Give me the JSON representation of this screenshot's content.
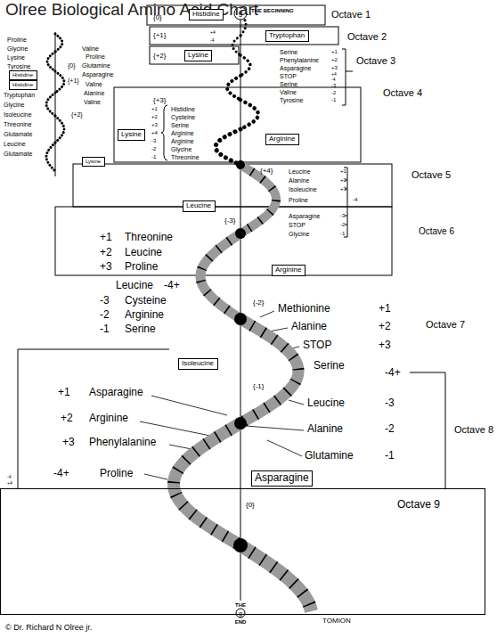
{
  "diagram": {
    "title": "Olree Biological Amino Acid Chart",
    "nodes": [
      {
        "text": [
          "Histidine"
        ]
      },
      {
        "text": [
          "Histidine"
        ]
      },
      {
        "text": [
          "Lysine"
        ]
      },
      {
        "text": [
          "Histidine"
        ]
      },
      {
        "text": [
          "Tryptophan"
        ]
      },
      {
        "text": [
          "Lysine"
        ]
      },
      {
        "text": [
          "Arginine"
        ]
      },
      {
        "text": [
          "Lysine"
        ]
      },
      {
        "text": [
          "Leucine"
        ]
      },
      {
        "text": [
          "Arginine"
        ]
      },
      {
        "text": [
          "Isoleucine"
        ]
      },
      {
        "text": [
          "Asparagine"
        ]
      },
      {
        "text": [
          "{0}",
          "Octave 9"
        ]
      }
    ],
    "labels": [
      "Proline",
      "Glycine",
      "Lysine",
      "Tyrosine",
      "Valine",
      "Proline",
      "{0}",
      "Glutamine",
      "{+1}",
      "Asparagine",
      "Valine",
      "Alanine",
      "Valine",
      "{+2}",
      "Tryptophan",
      "Glycine",
      "Isoleucine",
      "Threonine",
      "Glutamate",
      "Leucine",
      "Glutamate",
      "THE BEGINNING",
      "g",
      "Octave 1",
      "{0}",
      "{+1}",
      "+4",
      "-4",
      "Octave 2",
      "{+2}",
      "Serine",
      "Phenylalanine",
      "Asparagine",
      "STOP",
      "Serine",
      "Valine",
      "Tyrosine",
      "+1",
      "+2",
      "+3",
      "+4",
      "-4",
      "-3",
      "-2",
      "-1",
      "Octave 3",
      "Octave 4",
      "{+3}",
      "Histidine",
      "Cysteine",
      "Serine",
      "Arginine",
      "Arginine",
      "Glycine",
      "Threonine",
      "+1",
      "+2",
      "+3",
      "+4",
      "-3",
      "-2",
      "-1",
      "{+4}",
      "Leucine",
      "Alanine",
      "Isoleucine",
      "Proline",
      "Asparagine",
      "STOP",
      "Glycine",
      "+1",
      "+2",
      "+3",
      "-4",
      "-3",
      "-2",
      "-1",
      "Octave 5",
      "{-3}",
      "Octave 6",
      "+1",
      "Threonine",
      "+2",
      "Leucine",
      "+3",
      "Proline",
      "Leucine",
      "-4+",
      "-3",
      "Cysteine",
      "-2",
      "Arginine",
      "-1",
      "Serine",
      "{-2}",
      "Methionine",
      "+1",
      "Alanine",
      "+2",
      "STOP",
      "+3",
      "Serine",
      "-4+",
      "Octave 7",
      "{-1}",
      "Leucine",
      "-3",
      "Alanine",
      "-2",
      "Glutamine",
      "-1",
      "Octave 8",
      "+1",
      "Asparagine",
      "+2",
      "Arginine",
      "+3",
      "Phenylalanine",
      "-4+",
      "Proline",
      "-4",
      "+4",
      "THE",
      "g",
      "END",
      "TOMION",
      "© Dr. Richard N Olree jr."
    ]
  }
}
